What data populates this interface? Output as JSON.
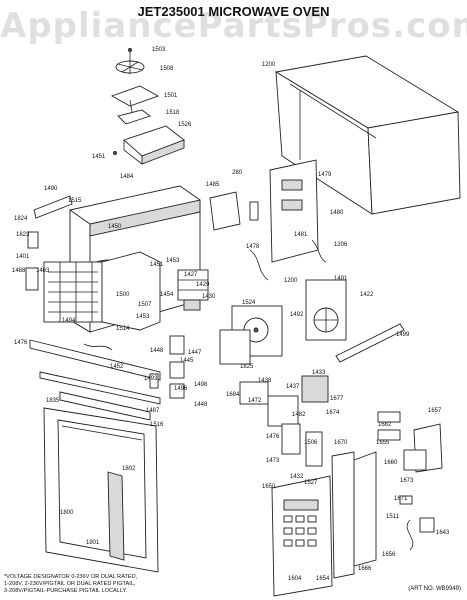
{
  "header": {
    "title": "JET235001 MICROWAVE OVEN",
    "watermark": "AppliancePartsPros.com"
  },
  "parts": [
    "1503",
    "1508",
    "1501",
    "1518",
    "1526",
    "1451",
    "1200",
    "1484",
    "1490",
    "1515",
    "1824",
    "1450",
    "1485",
    "280",
    "1479",
    "1480",
    "1823",
    "1401",
    "1463",
    "1488",
    "1481",
    "1206",
    "1478",
    "1451",
    "1453",
    "1427",
    "1200",
    "1429",
    "1491",
    "1422",
    "1430",
    "1507",
    "1500",
    "1454",
    "1524",
    "1499",
    "1492",
    "1476",
    "1494",
    "1514",
    "1453",
    "1448",
    "1447",
    "1445",
    "1452",
    "1825",
    "1438",
    "1437",
    "1433",
    "1493",
    "1496",
    "1498",
    "1684",
    "1472",
    "1448",
    "1677",
    "1487",
    "1835",
    "1516",
    "1674",
    "1482",
    "1657",
    "1682",
    "1476",
    "1655",
    "1660",
    "1473",
    "1506",
    "1670",
    "1802",
    "1432",
    "1650",
    "1673",
    "1527",
    "1671",
    "1800",
    "1511",
    "1643",
    "1801",
    "1604",
    "1654",
    "1666",
    "1656"
  ],
  "footnote": {
    "lines": [
      "*VOLTAGE DESIGNATOR 0-236V OR DUAL RATED,",
      "1-208V, 2-236V/PIGTAIL OR DUAL RATED PIGTAIL,",
      "3-208V/PIGTAIL-PURCHASE PIGTAIL LOCALLY."
    ]
  },
  "art_number": "(ART NO. WB9949)"
}
